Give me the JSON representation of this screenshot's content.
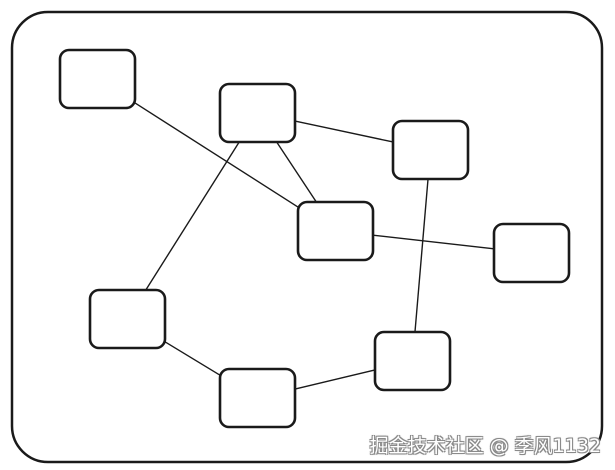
{
  "diagram": {
    "nodes": [
      {
        "id": "n1"
      },
      {
        "id": "n2"
      },
      {
        "id": "n3"
      },
      {
        "id": "n4"
      },
      {
        "id": "n5"
      },
      {
        "id": "n6"
      },
      {
        "id": "n7"
      },
      {
        "id": "n8"
      }
    ],
    "edges": [
      {
        "from": "n1",
        "to": "n4"
      },
      {
        "from": "n2",
        "to": "n3"
      },
      {
        "from": "n2",
        "to": "n4"
      },
      {
        "from": "n2",
        "to": "n6"
      },
      {
        "from": "n4",
        "to": "n5"
      },
      {
        "from": "n3",
        "to": "n8"
      },
      {
        "from": "n6",
        "to": "n7"
      },
      {
        "from": "n7",
        "to": "n8"
      }
    ]
  },
  "watermark": {
    "text": "掘金技术社区 @ 季风1132"
  },
  "colors": {
    "stroke": "#1a1a1a",
    "fill": "#ffffff"
  }
}
